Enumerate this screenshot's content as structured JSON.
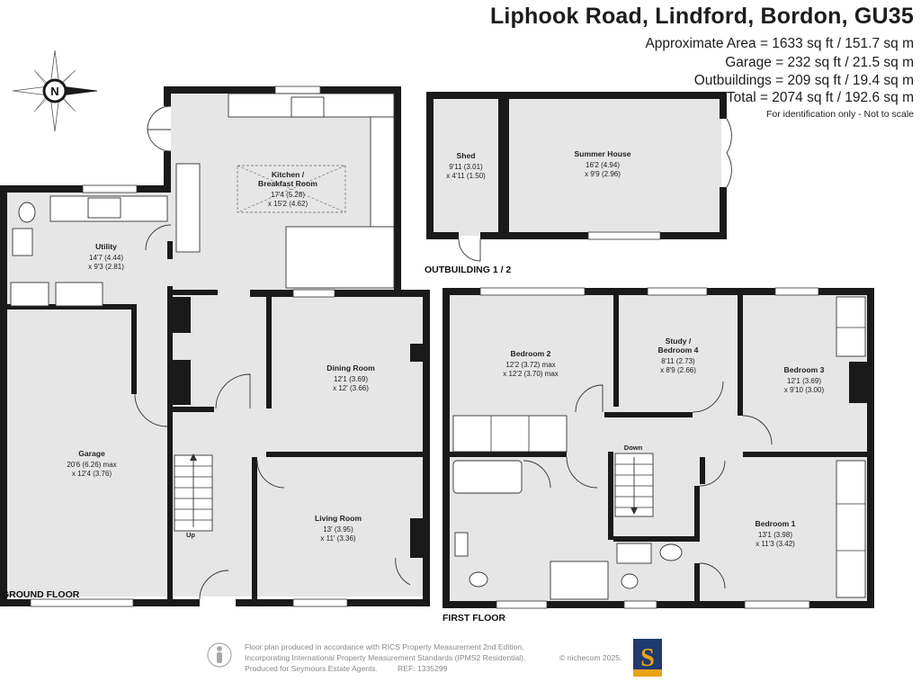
{
  "header": {
    "title": "Liphook Road, Lindford, Bordon, GU35",
    "approx_area": "Approximate Area = 1633 sq ft / 151.7 sq m",
    "garage_area": "Garage = 232 sq ft / 21.5 sq m",
    "outbuildings_area": "Outbuildings = 209 sq ft / 19.4 sq m",
    "total_area": "Total = 2074 sq ft / 192.6 sq m",
    "disclaimer": "For identification only - Not to scale"
  },
  "compass": {
    "letter": "N",
    "icon": "compass-rose-icon"
  },
  "floors": {
    "ground": "GROUND FLOOR",
    "first": "FIRST FLOOR",
    "outbuilding": "OUTBUILDING 1 / 2"
  },
  "rooms": {
    "kitchen": {
      "name_1": "Kitchen /",
      "name_2": "Breakfast Room",
      "dim_1": "17'4 (5.28)",
      "dim_2": "x 15'2 (4.62)"
    },
    "utility": {
      "name": "Utility",
      "dim_1": "14'7 (4.44)",
      "dim_2": "x 9'3 (2.81)"
    },
    "garage": {
      "name": "Garage",
      "dim_1": "20'6 (6.26) max",
      "dim_2": "x 12'4 (3.76)"
    },
    "dining": {
      "name": "Dining Room",
      "dim_1": "12'1 (3.69)",
      "dim_2": "x 12' (3.66)"
    },
    "living": {
      "name": "Living Room",
      "dim_1": "13' (3.95)",
      "dim_2": "x 11' (3.36)"
    },
    "shed": {
      "name": "Shed",
      "dim_1": "9'11 (3.01)",
      "dim_2": "x 4'11 (1.50)"
    },
    "summer_house": {
      "name": "Summer House",
      "dim_1": "16'2 (4.94)",
      "dim_2": "x 9'9 (2.96)"
    },
    "bedroom2": {
      "name": "Bedroom 2",
      "dim_1": "12'2 (3.72) max",
      "dim_2": "x 12'2 (3.70) max"
    },
    "study": {
      "name_1": "Study /",
      "name_2": "Bedroom 4",
      "dim_1": "8'11 (2.73)",
      "dim_2": "x 8'9 (2.66)"
    },
    "bedroom3": {
      "name": "Bedroom 3",
      "dim_1": "12'1 (3.69)",
      "dim_2": "x 9'10 (3.00)"
    },
    "bedroom1": {
      "name": "Bedroom 1",
      "dim_1": "13'1 (3.98)",
      "dim_2": "x 11'3 (3.42)"
    }
  },
  "stairs": {
    "up": "Up",
    "down": "Down"
  },
  "footer": {
    "line1": "Floor plan produced in accordance with RICS Property Measurement 2nd Edition,",
    "line2": "Incorporating International Property Measurement Standards (IPMS2 Residential).",
    "copyright": "© nichecom 2025.",
    "line3": "Produced for Seymours Estate Agents.",
    "ref": "REF: 1335299",
    "logo_letter": "S",
    "colors": {
      "logo_bg": "#1f3a6e",
      "logo_accent": "#e8a317",
      "wall": "#1a1a1a",
      "floor": "#e6e6e6"
    }
  }
}
